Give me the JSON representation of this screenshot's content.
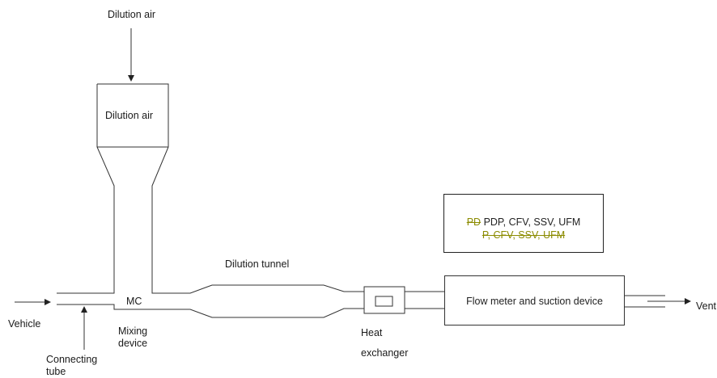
{
  "labels": {
    "dilution_air_top": "Dilution air",
    "dilution_air_box": "Dilution air",
    "dilution_tunnel": "Dilution tunnel",
    "mc": "MC",
    "vehicle": "Vehicle",
    "mixing_device": "Mixing device",
    "connecting_tube": "Connecting tube",
    "heat": "Heat",
    "exchanger": "exchanger",
    "flow_meter": "Flow meter and suction device",
    "vent": "Vent"
  },
  "legend": {
    "deleted_prefix": "PD",
    "current_text": "PDP, CFV, SSV, UFM",
    "deleted_line": "P, CFV, SSV, UFM"
  },
  "colors": {
    "line": "#333333",
    "deleted_text": "#8b8b00"
  }
}
